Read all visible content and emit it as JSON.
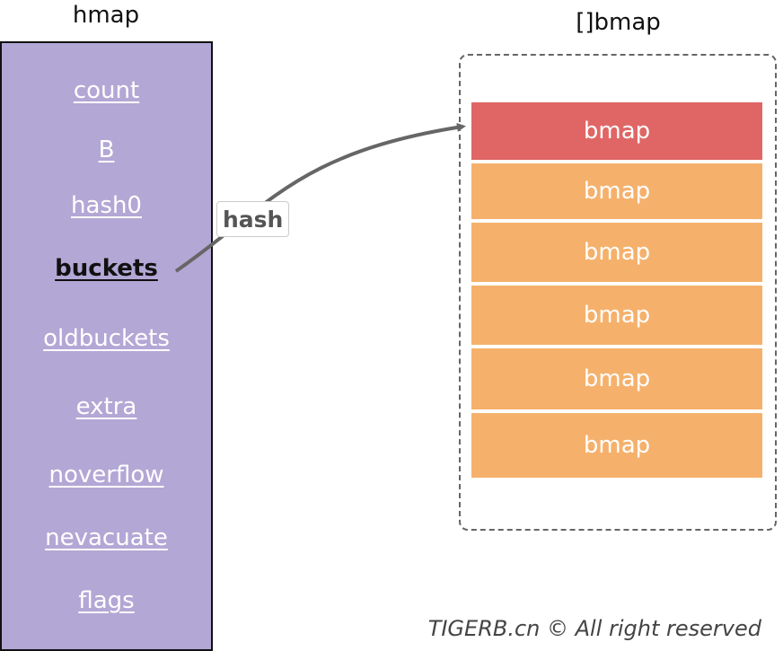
{
  "hmap": {
    "title": "hmap",
    "fields": [
      "count",
      "B",
      "hash0",
      "buckets",
      "oldbuckets",
      "extra",
      "noverflow",
      "nevacuate",
      "flags"
    ],
    "highlighted": "buckets"
  },
  "array": {
    "title": "[]bmap",
    "cells": [
      "bmap",
      "bmap",
      "bmap",
      "bmap",
      "bmap",
      "bmap"
    ]
  },
  "edge": {
    "label": "hash"
  },
  "colors": {
    "hmap_fill": "#b3a7d5",
    "head_cell": "#e06666",
    "cell": "#f5b16c",
    "arrow": "#666666"
  },
  "footer": "TIGERB.cn © All right reserved"
}
